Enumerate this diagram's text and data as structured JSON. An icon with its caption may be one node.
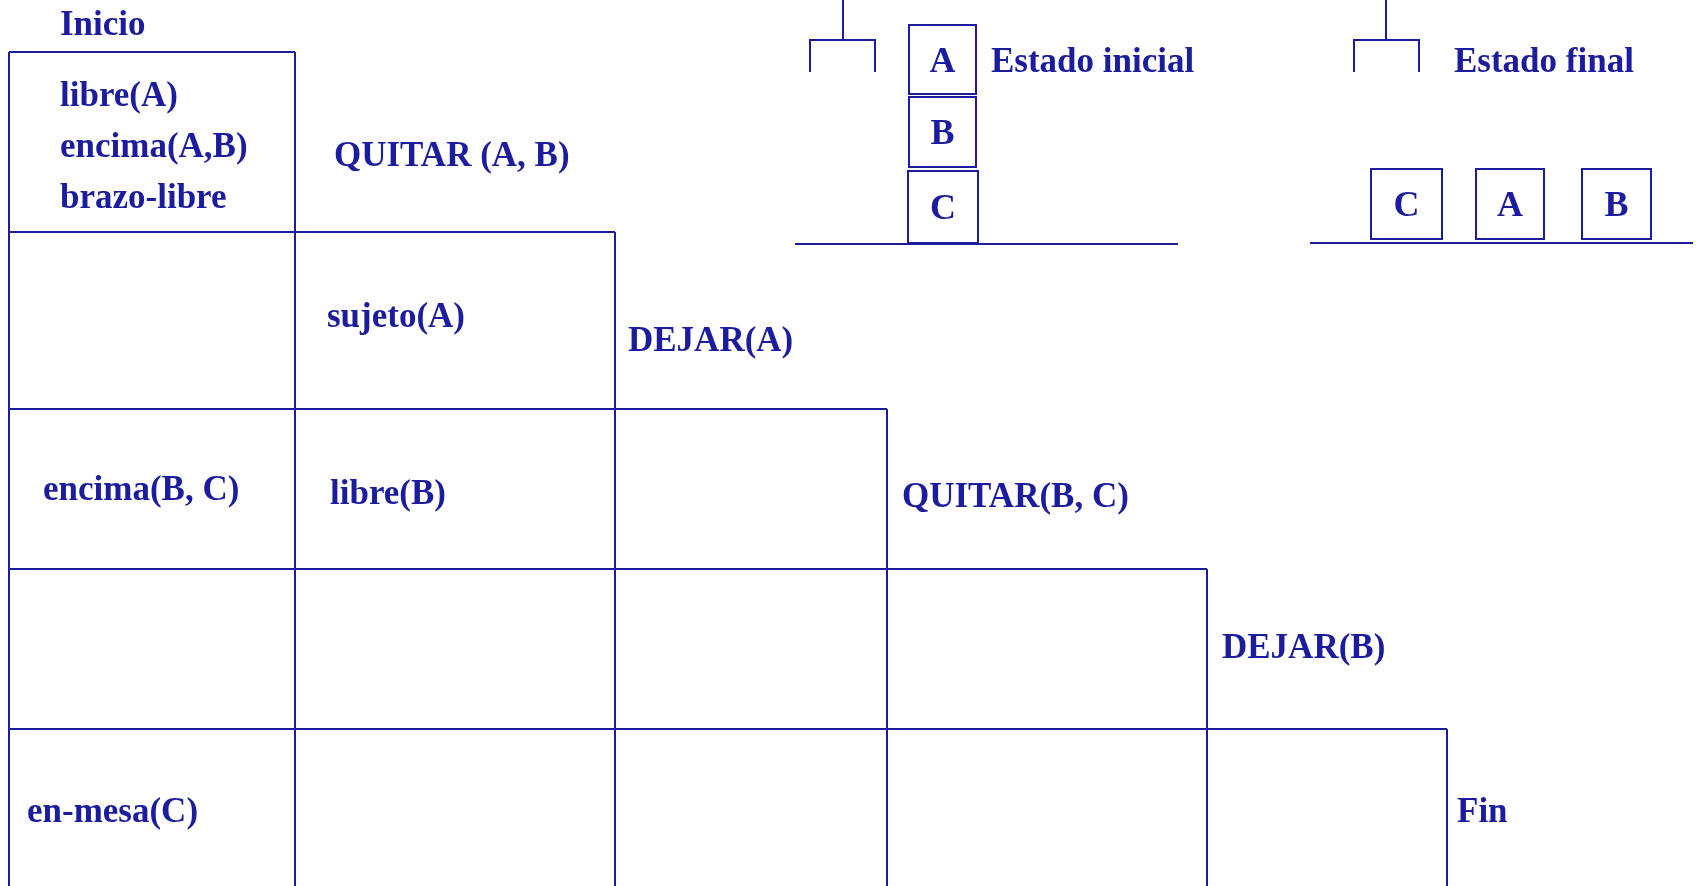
{
  "diagram": {
    "nodes": [
      {
        "text": [
          "A"
        ]
      },
      {
        "text": [
          "B"
        ]
      },
      {
        "text": [
          "C"
        ]
      },
      {
        "text": [
          "C"
        ]
      },
      {
        "text": [
          "A"
        ]
      },
      {
        "text": [
          "B"
        ]
      }
    ],
    "labels": [
      "Inicio",
      "Estado inicial",
      "Estado final",
      "libre(A)",
      "encima(A,B)",
      "brazo-libre",
      "QUITAR (A, B)",
      "sujeto(A)",
      "DEJAR(A)",
      "encima(B, C)",
      "libre(B)",
      "QUITAR(B, C)",
      "DEJAR(B)",
      "en-mesa(C)",
      "Fin"
    ]
  }
}
